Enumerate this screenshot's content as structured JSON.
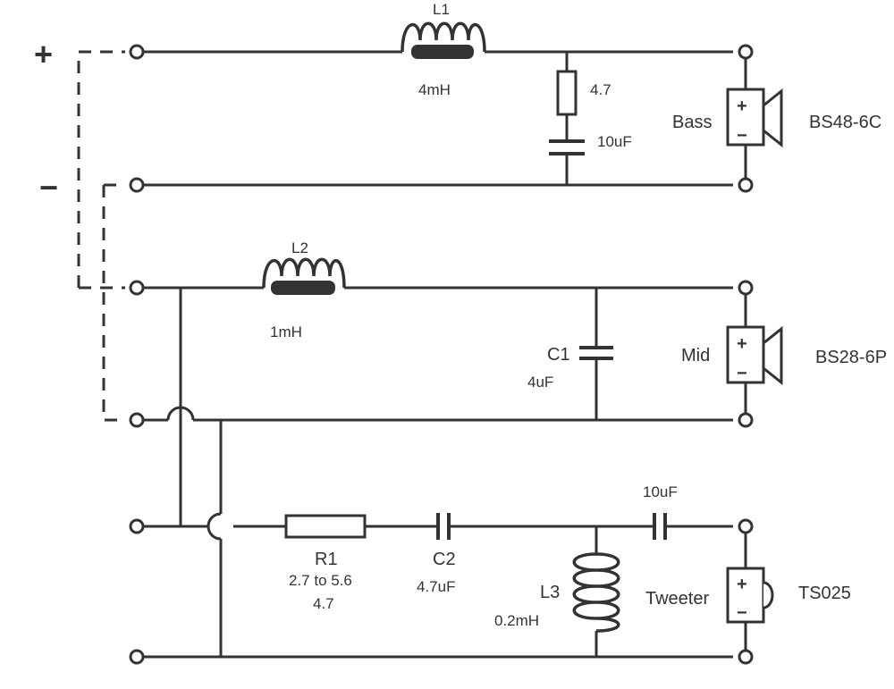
{
  "input": {
    "plus": "+",
    "minus": "−"
  },
  "bass": {
    "inductor": {
      "name": "L1",
      "value": "4mH"
    },
    "resistor_value": "4.7",
    "capacitor_value": "10uF",
    "driver_label": "Bass",
    "driver_model": "BS48-6C"
  },
  "mid": {
    "inductor": {
      "name": "L2",
      "value": "1mH"
    },
    "capacitor": {
      "name": "C1",
      "value": "4uF"
    },
    "driver_label": "Mid",
    "driver_model": "BS28-6P"
  },
  "tweeter": {
    "resistor": {
      "name": "R1",
      "value": "2.7 to 5.6",
      "value_alt": "4.7"
    },
    "capacitor": {
      "name": "C2",
      "value": "4.7uF"
    },
    "capacitor2_value": "10uF",
    "inductor": {
      "name": "L3",
      "value": "0.2mH"
    },
    "driver_label": "Tweeter",
    "driver_model": "TS025"
  },
  "driver_polarity": {
    "plus": "+",
    "minus": "−"
  }
}
